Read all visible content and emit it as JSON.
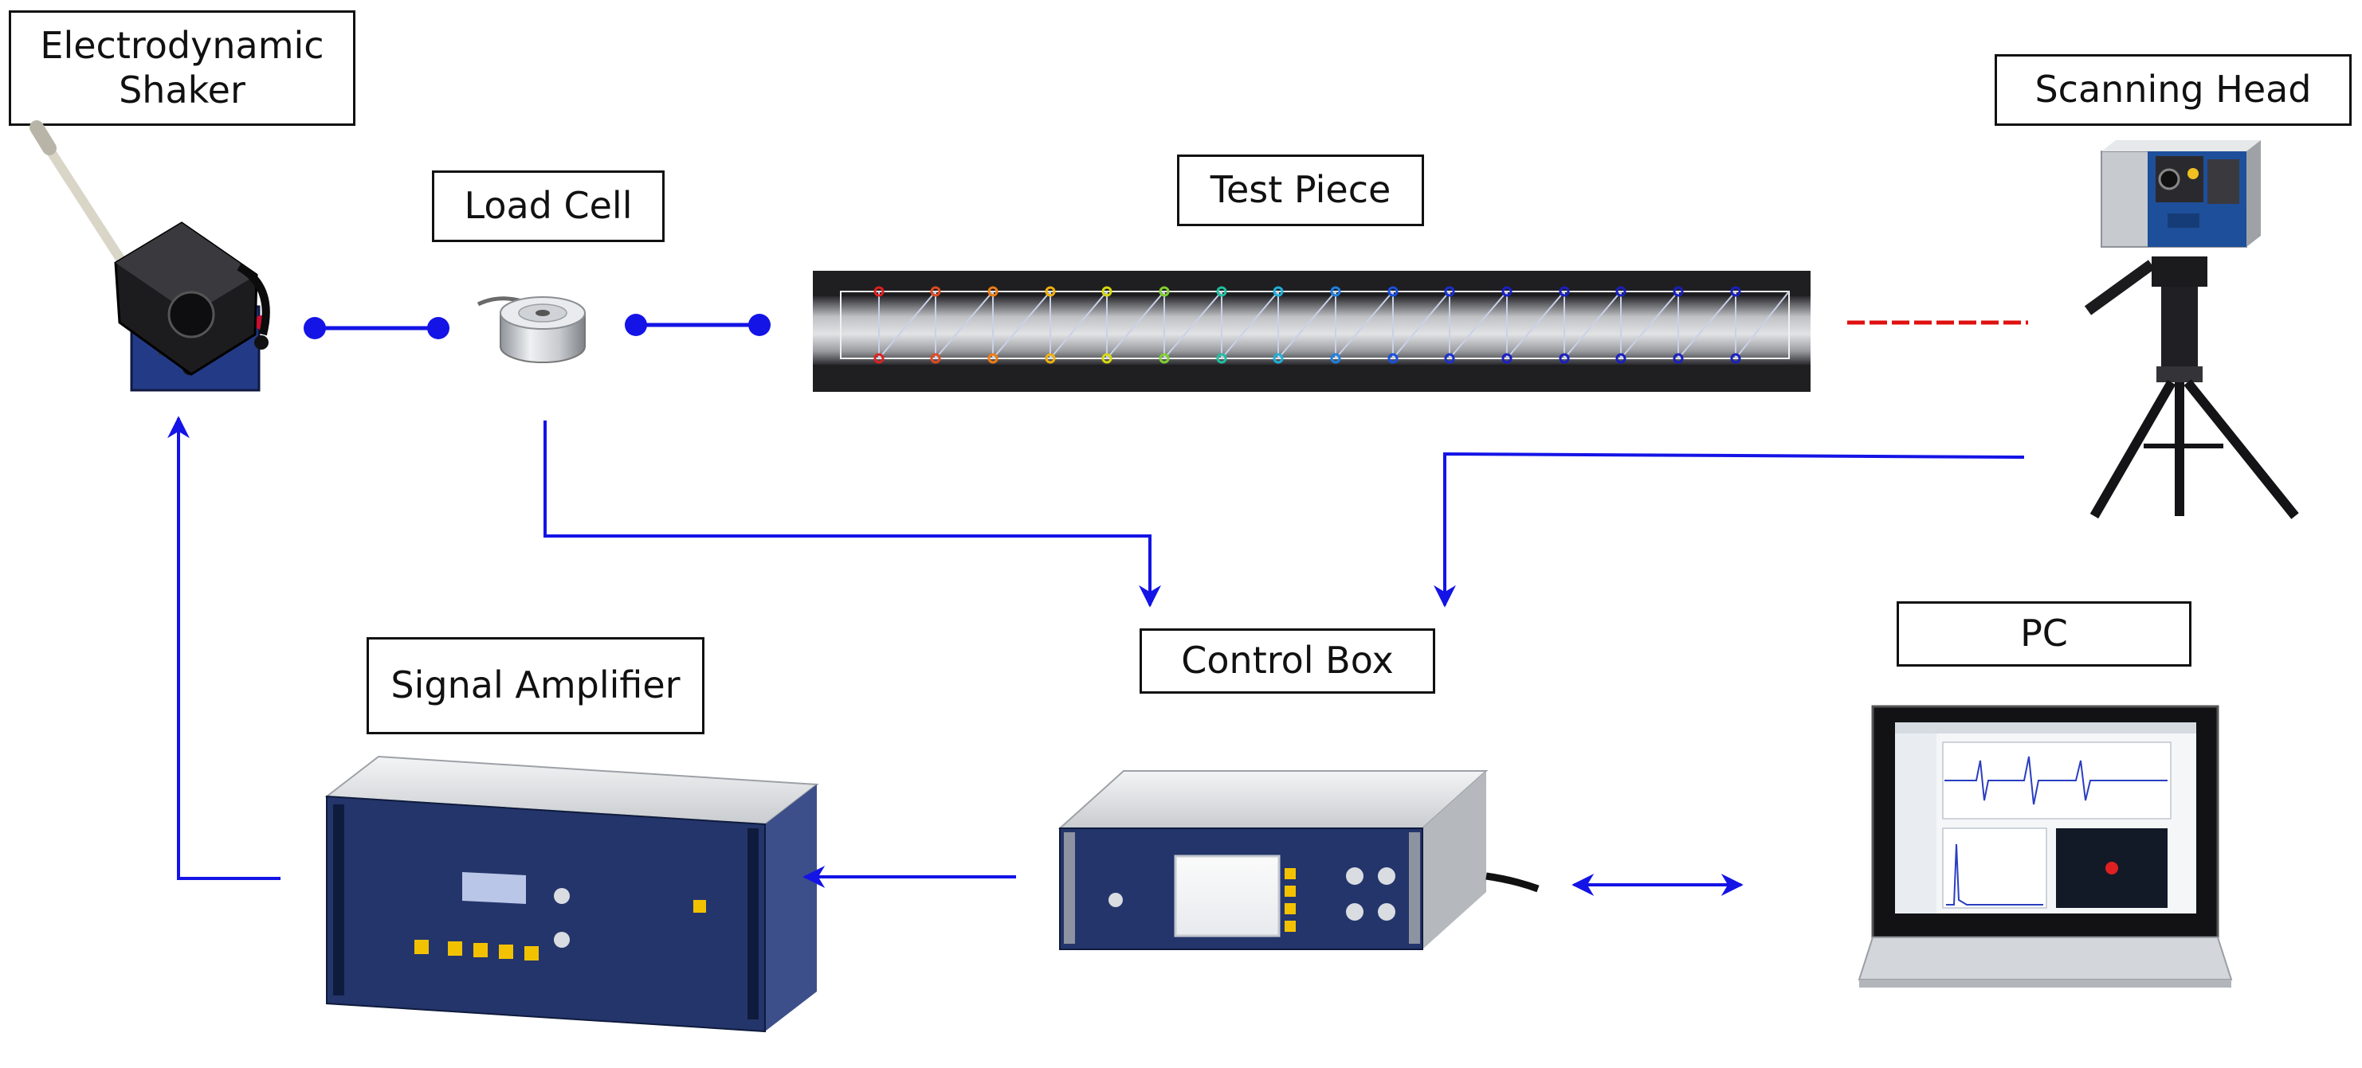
{
  "colors": {
    "arrow": "#1414e6",
    "laser": "#e01010",
    "label_border": "#111111",
    "device_navy": "#24356b",
    "device_silver": "#d4d6d9",
    "button_yellow": "#f2c200"
  },
  "labels": {
    "shaker": [
      "Electrodynamic",
      "Shaker"
    ],
    "load_cell": "Load Cell",
    "test_piece": "Test Piece",
    "scanning_head": "Scanning Head",
    "control_box": "Control Box",
    "signal_amplifier": "Signal Amplifier",
    "pc": "PC"
  },
  "icons": {
    "shaker": "electrodynamic-shaker-icon",
    "load_cell": "load-cell-icon",
    "test_piece": "test-piece-icon",
    "scanning_head": "scanning-head-icon",
    "control_box": "control-box-icon",
    "signal_amplifier": "signal-amplifier-icon",
    "pc": "laptop-icon"
  }
}
